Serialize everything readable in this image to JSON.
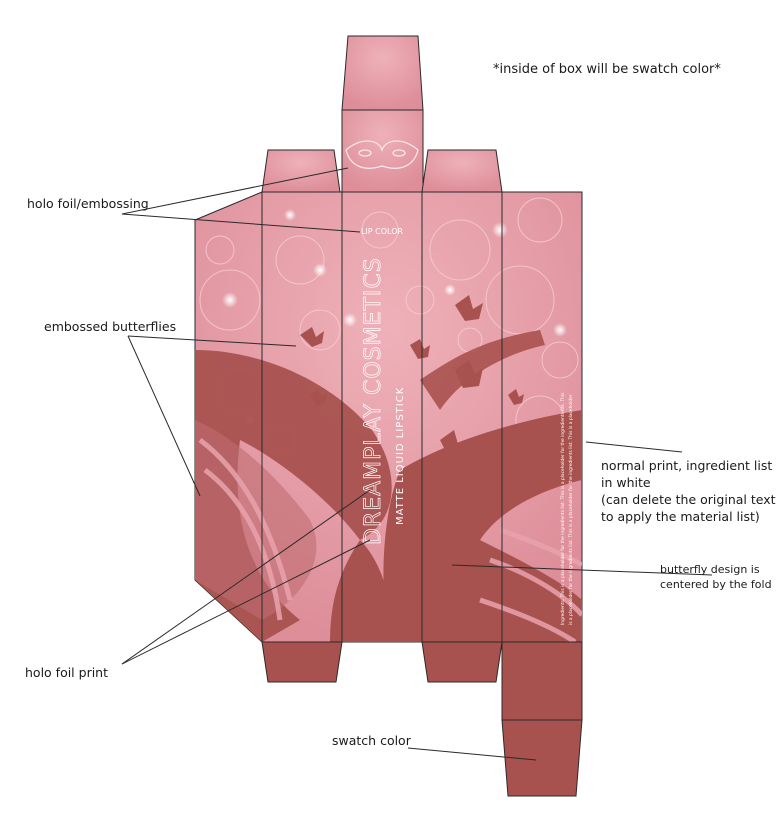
{
  "notes": {
    "inside_box": "*inside of box will be swatch color*"
  },
  "callouts": {
    "holo_foil_embossing": "holo foil/embossing",
    "embossed_butterflies": "embossed butterflies",
    "normal_print": [
      "normal print, ingredient list",
      "in white",
      "(can delete the original text",
      "to apply the material list)"
    ],
    "butterfly_centered": [
      "butterfly design is",
      "centered by the fold"
    ],
    "holo_foil_print": "holo foil print",
    "swatch_color": "swatch color"
  },
  "box": {
    "lip_color_label": "LIP COLOR",
    "brand_name": "DREAMPLAY COSMETICS",
    "product_name": "MATTE LIQUID LIPSTICK",
    "ingredient_line_1": "Ingredients: This is a placeholder for the ingredients list. This is a placeholder for the ingredients list. This",
    "ingredient_line_2": "is a placeholder for the ingredients list. This is a placeholder for the ingredients list. This is a placeholder"
  },
  "colors": {
    "pink_light": "#e9a3ad",
    "pink_mid": "#d98a96",
    "swatch": "#a8524f",
    "line": "#2a2a2a"
  }
}
